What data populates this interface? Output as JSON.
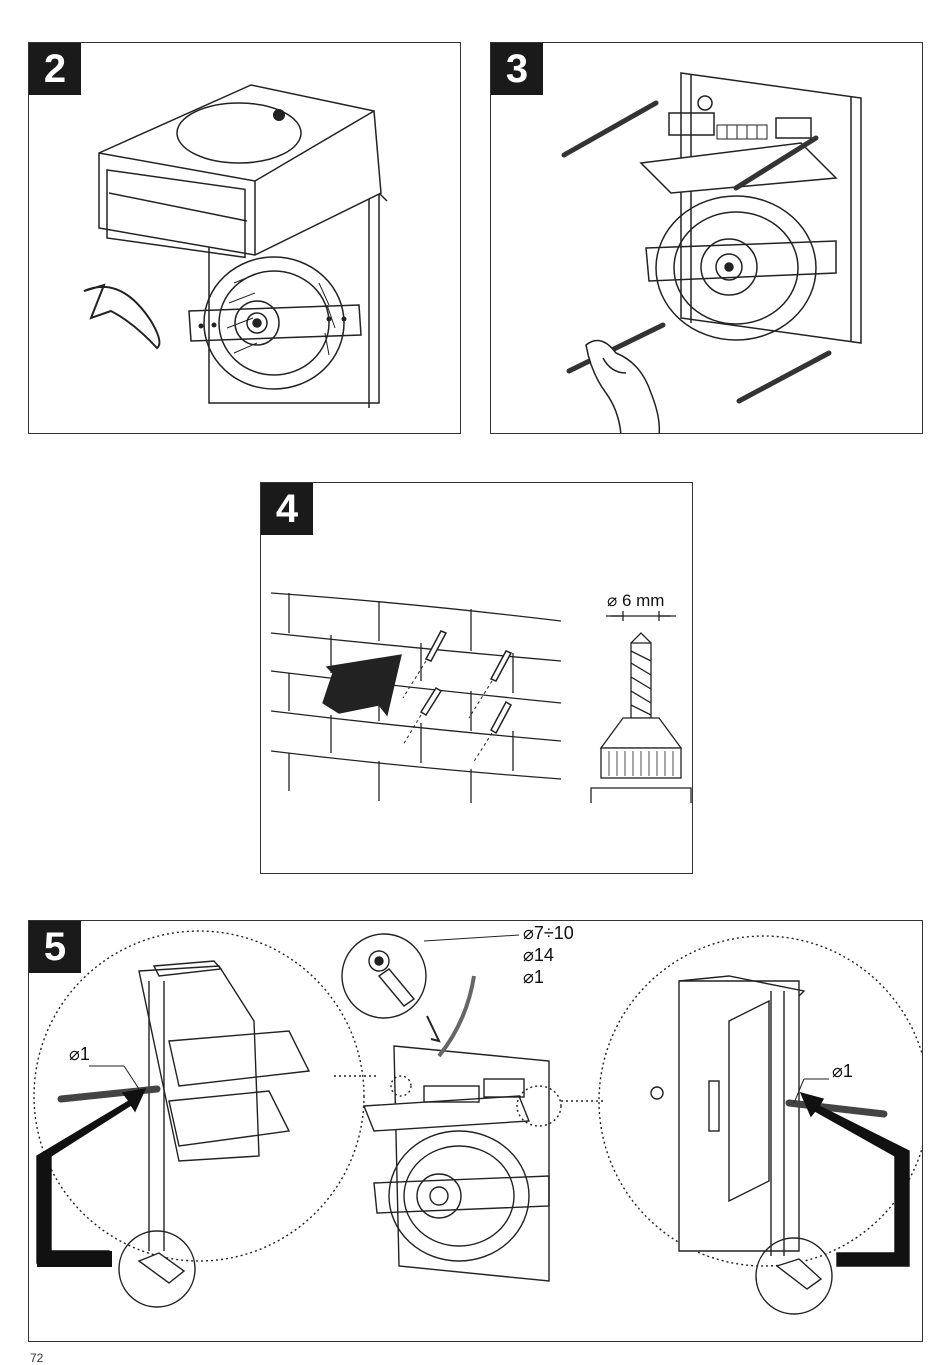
{
  "steps": {
    "s2": {
      "number": "2"
    },
    "s3": {
      "number": "3"
    },
    "s4": {
      "number": "4",
      "drill_label": "⌀ 6 mm"
    },
    "s5": {
      "number": "5",
      "cable_label_1": "⌀7÷10",
      "cable_label_2": "⌀14",
      "cable_label_3": "⌀1",
      "left_label": "⌀1",
      "right_label": "⌀1"
    }
  },
  "page": {
    "number": "72"
  }
}
